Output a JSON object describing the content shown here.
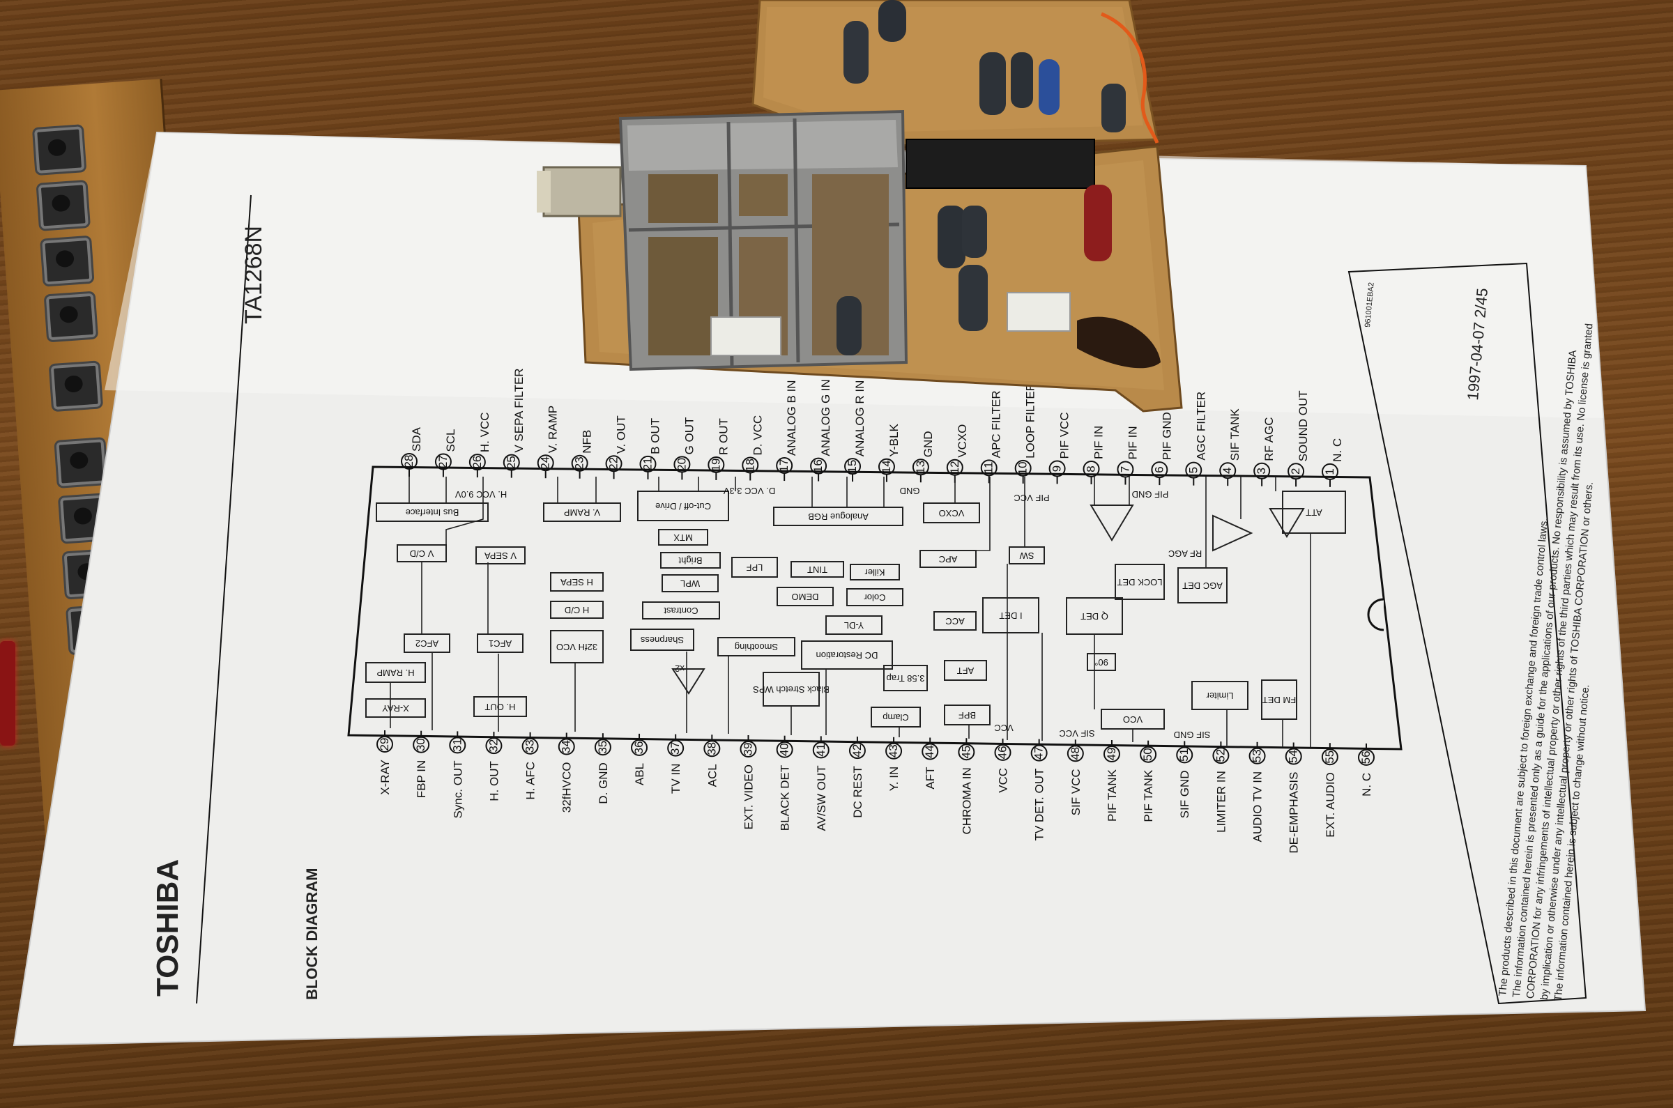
{
  "document": {
    "brand": "TOSHIBA",
    "part_number": "TA1268N",
    "section_title": "BLOCK DIAGRAM",
    "date_page": "1997-04-07   2/45"
  },
  "top_pins": [
    "SDA",
    "SCL",
    "H. VCC",
    "V SEPA FILTER",
    "V. RAMP",
    "NFB",
    "V. OUT",
    "B OUT",
    "G OUT",
    "R OUT",
    "D. VCC",
    "ANALOG B IN",
    "ANALOG G IN",
    "ANALOG R IN",
    "Y-BLK",
    "GND",
    "VCXO",
    "APC FILTER",
    "LOOP FILTER",
    "PIF VCC",
    "PIF IN",
    "PIF IN",
    "PIF GND",
    "AGC FILTER",
    "SIF TANK",
    "RF AGC",
    "SOUND OUT",
    "N. C"
  ],
  "top_pin_numbers": [
    "28",
    "27",
    "26",
    "25",
    "24",
    "23",
    "22",
    "21",
    "20",
    "19",
    "18",
    "17",
    "16",
    "15",
    "14",
    "13",
    "12",
    "11",
    "10",
    "9",
    "8",
    "7",
    "6",
    "5",
    "4",
    "3",
    "2",
    "1"
  ],
  "bottom_pins": [
    "X-RAY",
    "FBP IN",
    "Sync. OUT",
    "H. OUT",
    "H. AFC",
    "32fHVCO",
    "D. GND",
    "ABL",
    "TV IN",
    "ACL",
    "EXT. VIDEO",
    "BLACK DET",
    "AV/SW OUT",
    "DC REST",
    "Y. IN",
    "AFT",
    "CHROMA IN",
    "VCC",
    "TV DET. OUT",
    "SIF VCC",
    "PIF TANK",
    "PIF TANK",
    "SIF GND",
    "LIMITER IN",
    "AUDIO TV IN",
    "DE-EMPHASIS",
    "EXT. AUDIO",
    "N. C"
  ],
  "bottom_pin_numbers": [
    "29",
    "30",
    "31",
    "32",
    "33",
    "34",
    "35",
    "36",
    "37",
    "38",
    "39",
    "40",
    "41",
    "42",
    "43",
    "44",
    "45",
    "46",
    "47",
    "48",
    "49",
    "50",
    "51",
    "52",
    "53",
    "54",
    "55",
    "56"
  ],
  "blocks": [
    "Bus Interface",
    "V. RAMP",
    "Cut-off / Drive",
    "Analogue RGB",
    "VCXO",
    "MTX",
    "Bright",
    "WPL",
    "Contrast",
    "Sharpness",
    "Smoothing",
    "DC Restoration",
    "Black Stretch WPS",
    "Clamp",
    "3.58 Trap",
    "Y-DL",
    "LPF",
    "TINT",
    "Killer",
    "Color",
    "DEMO",
    "APC",
    "ACC",
    "AFT",
    "BPF",
    "V C/D",
    "V SEPA",
    "H SEPA",
    "H C/D",
    "AFC2",
    "AFC1",
    "32fH VCO",
    "H. RAMP",
    "X-RAY",
    "H. OUT",
    "SW",
    "I DET",
    "Q DET",
    "LOCK DET",
    "AGC DET",
    "VCO",
    "Limiter",
    "FM DET",
    "ATT",
    "90°"
  ],
  "inner_labels": {
    "h_vcc": "H. VCC 9.0V",
    "d_vcc": "D. VCC 3.3V",
    "gnd": "GND",
    "pif_vcc": "PIF VCC",
    "pif_gnd": "PIF GND",
    "rf_agc": "RF AGC",
    "vcc": "VCC",
    "sif_vcc": "SIF VCC",
    "sif_gnd": "SIF GND",
    "x2": "x2"
  },
  "disclaimer": [
    "The products described in this document are subject to foreign exchange and foreign trade control laws.",
    "The information contained herein is presented only as a guide for the applications of our products. No responsibility is assumed by TOSHIBA",
    "CORPORATION for any infringements of intellectual property or other rights of the third parties which may result from its use. No license is granted",
    "by implication or otherwise under any intellectual property or other rights of TOSHIBA CORPORATION or others.",
    "The information contained herein is subject to change without notice."
  ],
  "doc_code": "961001EBA2",
  "colors": {
    "wood": "#6b4019",
    "paper": "#f2f2f0",
    "pcb": "#b98a4a",
    "tuner_can": "#8e8e8c",
    "ink": "#1a1a1a"
  }
}
